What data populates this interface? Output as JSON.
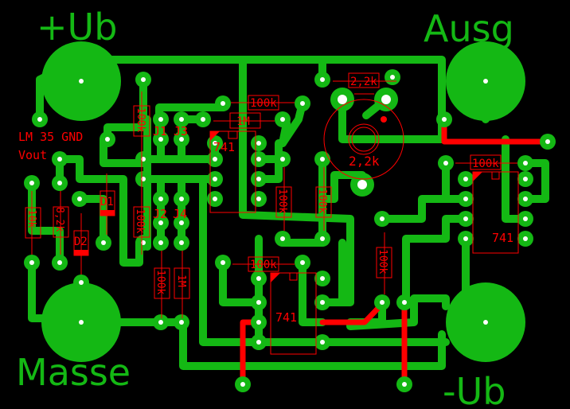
{
  "board": {
    "background": "#000000",
    "copper_color": "#14b814",
    "silkscreen_color": "#ff0000",
    "jumper_color": "#ff0000",
    "drill_color": "#ffffff"
  },
  "terminals": {
    "plus_ub": "+Ub",
    "ausg": "Ausg",
    "masse": "Masse",
    "minus_ub": "-Ub"
  },
  "sensor": {
    "line1": "LM 35 GND",
    "line2": "Vout"
  },
  "components": {
    "r_top_left": "100k",
    "r_10k": "10k",
    "r_8k2": "8,2k",
    "d1": "D1",
    "d2": "D2",
    "r_mid_left": "100k",
    "j1": "J1",
    "j2": "J2",
    "j3": "J3",
    "j4": "J4",
    "r_j2": "100k",
    "r_j4": "1M",
    "ic1_r_top": "100k",
    "ic1_r_1m": "1M",
    "ic1": "741",
    "r_v1": "100k",
    "r_v2": "100k",
    "pot_r": "2,2k",
    "pot": "2,2k",
    "ic2_r_top": "100k",
    "ic2": "741",
    "r_v3": "100k",
    "ic3_r_top": "100k",
    "ic3": "741"
  }
}
